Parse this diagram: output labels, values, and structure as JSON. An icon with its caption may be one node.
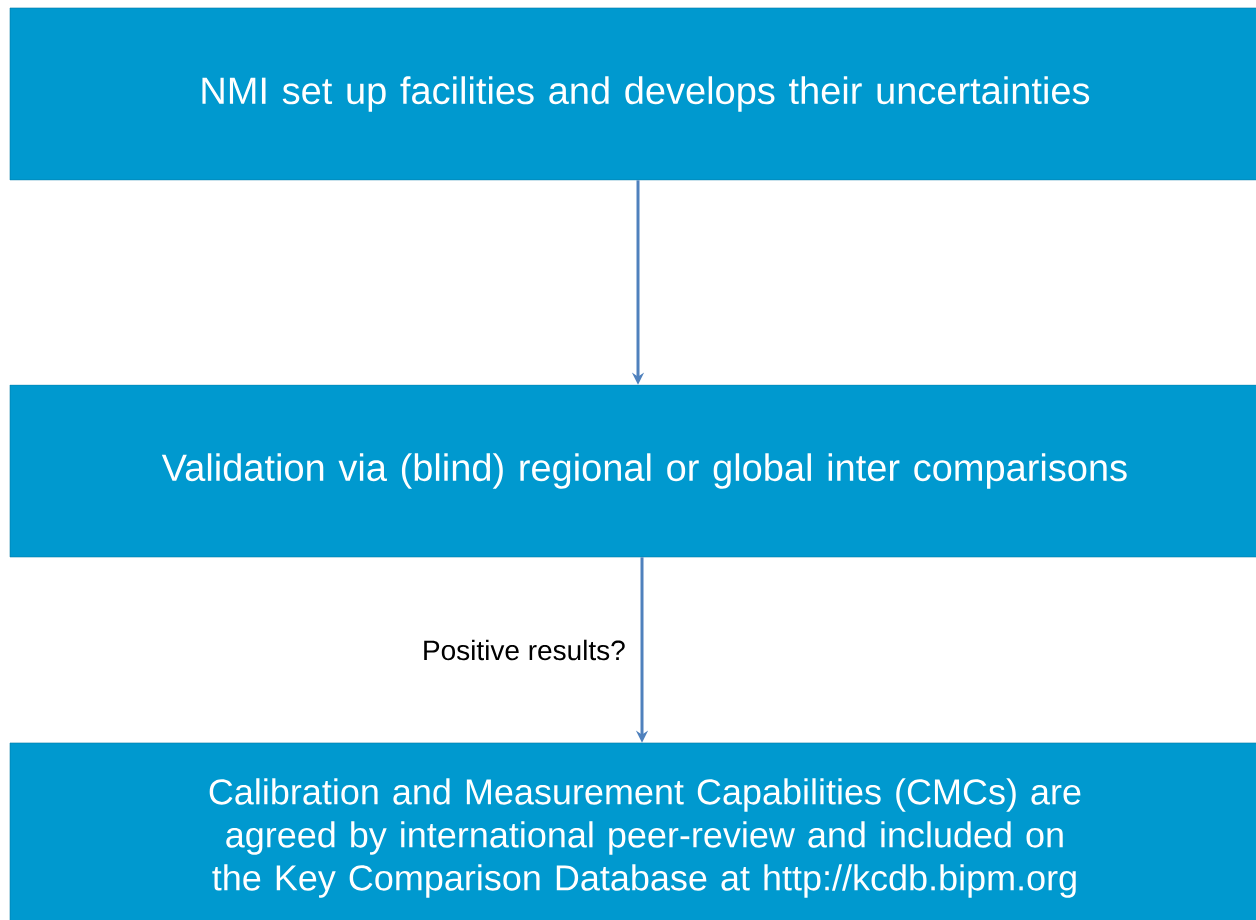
{
  "diagram": {
    "nodes": [
      {
        "text": [
          "NMI set up facilities and develops their uncertainties"
        ]
      },
      {
        "text": [
          "Validation via (blind) regional or global inter comparisons"
        ]
      },
      {
        "text": [
          "Calibration and Measurement Capabilities (CMCs) are agreed by international peer-review and included on the Key Comparison Database at http://kcdb.bipm.org"
        ]
      }
    ],
    "edges": [
      {
        "from": 0,
        "to": 1,
        "arrow": "to"
      },
      {
        "from": 1,
        "to": 2,
        "arrow": "to",
        "label": "Positive results?"
      }
    ]
  }
}
